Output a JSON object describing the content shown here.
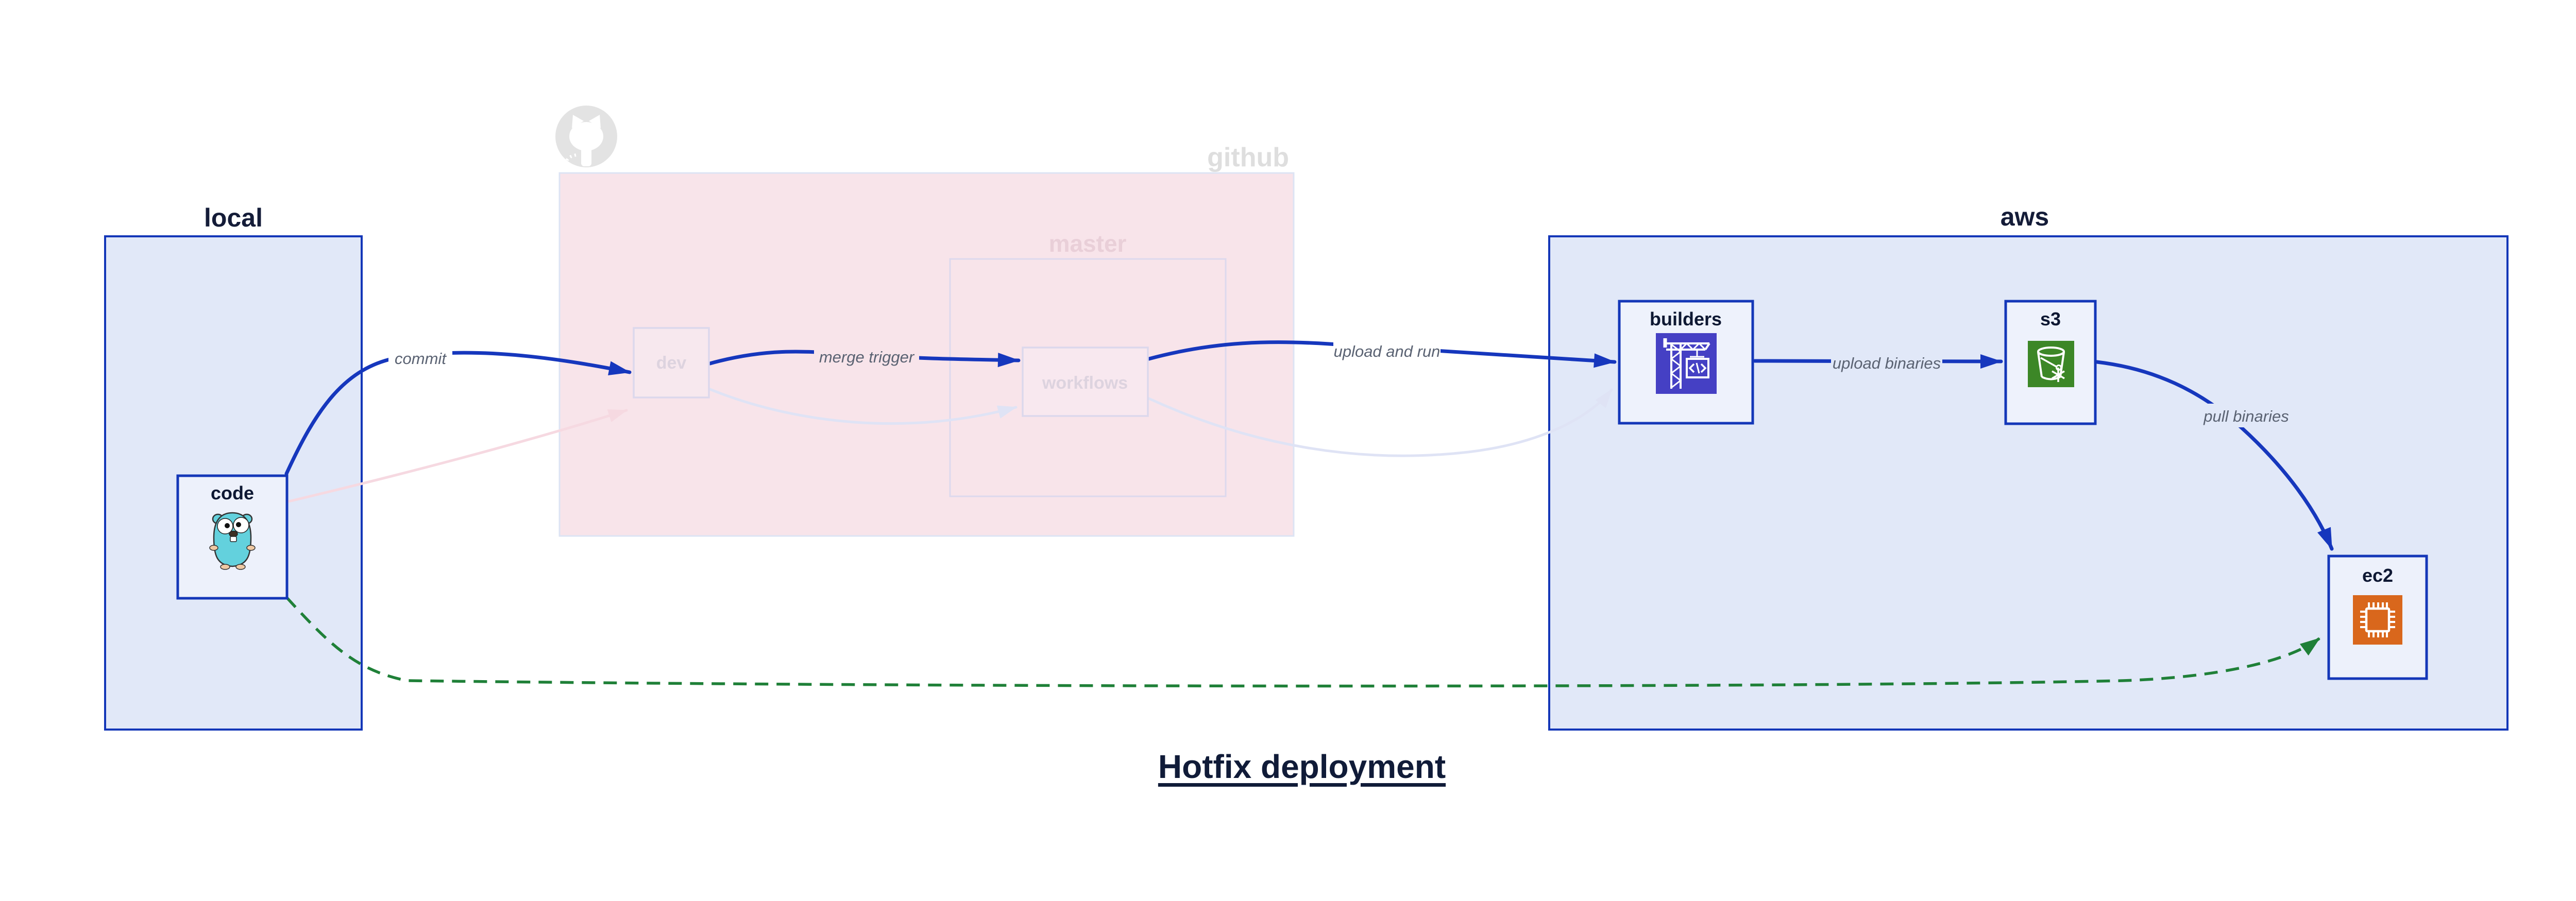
{
  "title": {
    "text": "Hotfix deployment"
  },
  "groups": {
    "local": {
      "label": "local"
    },
    "github": {
      "label": "github"
    },
    "master": {
      "label": "master"
    },
    "aws": {
      "label": "aws"
    }
  },
  "nodes": {
    "code": {
      "label": "code",
      "icon": "go-gopher-icon"
    },
    "dev": {
      "label": "dev"
    },
    "workflows": {
      "label": "workflows"
    },
    "builders": {
      "label": "builders",
      "icon": "codebuild-crane-icon"
    },
    "s3": {
      "label": "s3",
      "icon": "s3-bucket-icon"
    },
    "ec2": {
      "label": "ec2",
      "icon": "ec2-chip-icon"
    }
  },
  "edges": {
    "commit": {
      "label": "commit",
      "style": "solid-blue"
    },
    "merge_trigger": {
      "label": "merge trigger",
      "style": "solid-blue"
    },
    "upload_and_run": {
      "label": "upload and run",
      "style": "solid-blue"
    },
    "upload_binaries": {
      "label": "upload binaries",
      "style": "solid-blue"
    },
    "pull_binaries": {
      "label": "pull binaries",
      "style": "solid-blue"
    },
    "code_to_dev": {
      "label": "",
      "style": "faded-pink"
    },
    "dev_to_workflows": {
      "label": "",
      "style": "faded-lavender"
    },
    "workflows_to_builders": {
      "label": "",
      "style": "faded-lavender"
    },
    "hotfix_pull": {
      "label": "",
      "style": "dashed-green"
    }
  },
  "colors": {
    "primary_blue": "#1437b8",
    "arrow_blue": "#1637bd",
    "group_fill_blue": "#e1e8f8",
    "node_fill": "#edf1fb",
    "github_fill": "#f8e4ea",
    "faded_border": "#dcd8ec",
    "green_dashed": "#1f8038",
    "edge_label_gray": "#5a6272",
    "codebuild_purple": "#4540c4",
    "s3_green": "#3c8727",
    "ec2_orange": "#d9671c",
    "gopher_teal": "#63d1dd",
    "octocat_gray": "#e3e3e3"
  }
}
